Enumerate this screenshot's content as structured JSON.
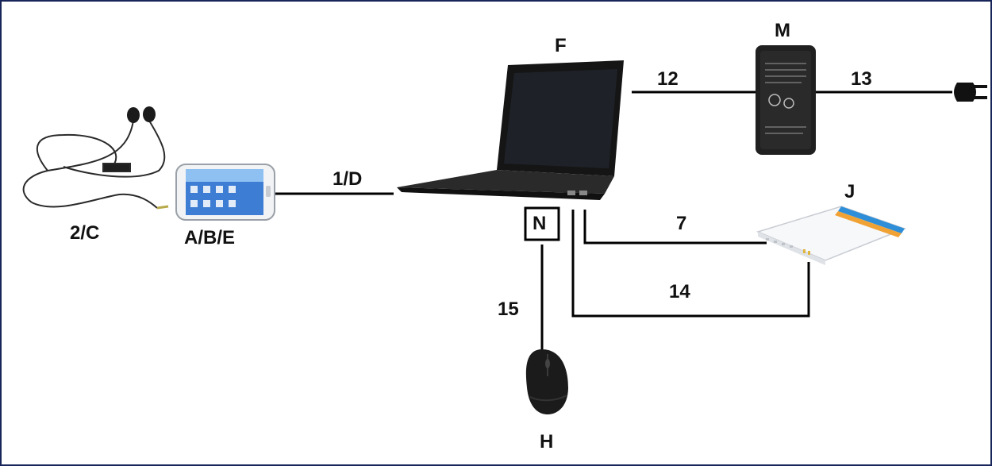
{
  "diagram": {
    "labels": {
      "laptop": "F",
      "adapter": "M",
      "cable_12": "12",
      "cable_13": "13",
      "cable_1d": "1/D",
      "router": "J",
      "cable_7": "7",
      "cable_14": "14",
      "port_n": "N",
      "cable_15": "15",
      "mouse": "H",
      "headset": "2/C",
      "phone": "A/B/E"
    },
    "colors": {
      "frame": "#17255a",
      "line": "#000000",
      "device_dark": "#1c1c1c",
      "router_stripe_blue": "#2f8ed8",
      "router_stripe_orange": "#f0a235"
    },
    "icons": {
      "headset": "earphones-icon",
      "phone": "smartphone-icon",
      "laptop": "laptop-icon",
      "adapter": "power-adapter-icon",
      "plug": "power-plug-icon",
      "router": "router-icon",
      "mouse": "mouse-icon"
    }
  }
}
